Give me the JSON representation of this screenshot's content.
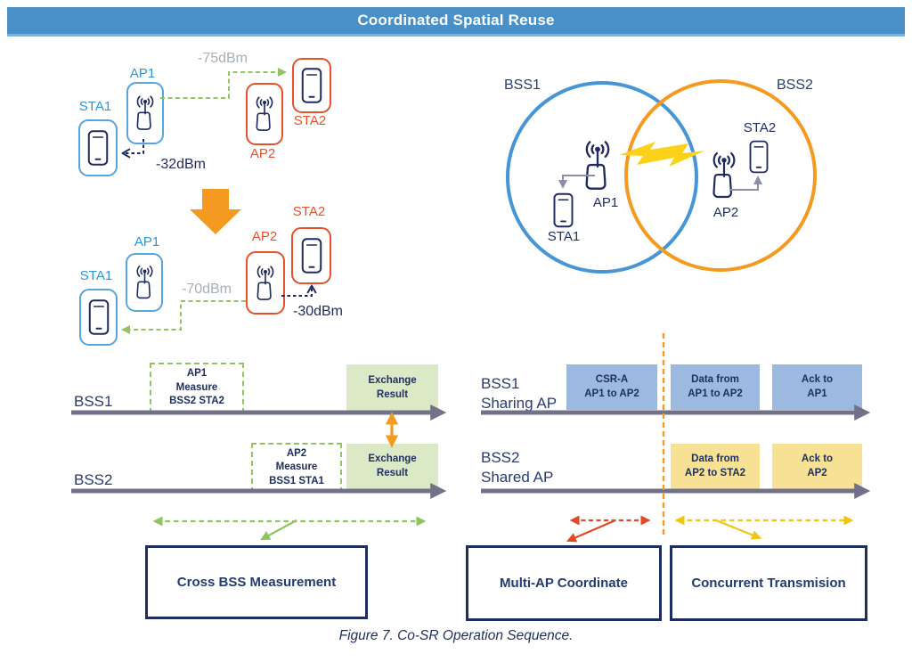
{
  "banner": {
    "title": "Coordinated Spatial Reuse"
  },
  "colors": {
    "banner_blue": "#4A90C8",
    "navy": "#1F3060",
    "device_blue": "#58A5DD",
    "device_orange": "#E8502B",
    "orange": "#F49A21",
    "green": "#8FC45F",
    "green_fill": "#DCE9C7",
    "blue_fill": "#9CBAE0",
    "yellow_fill": "#F7E195",
    "timeline_gray": "#71718A",
    "rssi_gray": "#A6B0B7",
    "red": "#E04828",
    "yellow": "#F0C514",
    "bolt_yellow": "#FCD119"
  },
  "scenario_before": {
    "ap1": "AP1",
    "sta1": "STA1",
    "ap2": "AP2",
    "sta2": "STA2",
    "rssi_ap1_sta2": "-75dBm",
    "rssi_ap1_sta1": "-32dBm"
  },
  "scenario_after": {
    "ap1": "AP1",
    "sta1": "STA1",
    "ap2": "AP2",
    "sta2": "STA2",
    "rssi_ap2_sta1": "-70dBm",
    "rssi_ap2_sta2": "-30dBm"
  },
  "bss_overlap": {
    "bss1": "BSS1",
    "bss2": "BSS2",
    "ap1": "AP1",
    "sta1": "STA1",
    "ap2": "AP2",
    "sta2": "STA2"
  },
  "measurement": {
    "row1": "BSS1",
    "row2": "BSS2",
    "measure1": "AP1\nMeasure\nBSS2 STA2",
    "exchange1": "Exchange\nResult",
    "measure2": "AP2\nMeasure\nBSS1 STA1",
    "exchange2": "Exchange\nResult",
    "phase": "Cross BSS Measurement"
  },
  "coordination": {
    "row1": "BSS1\nSharing AP",
    "row2": "BSS2\nShared AP",
    "csr": "CSR-A\nAP1 to AP2",
    "data1": "Data from\nAP1 to AP2",
    "ack1": "Ack to\nAP1",
    "data2": "Data from\nAP2 to STA2",
    "ack2": "Ack to\nAP2",
    "phase_coordinate": "Multi-AP Coordinate",
    "phase_transmission": "Concurrent Transmision"
  },
  "figure_caption": "Figure 7. Co-SR Operation Sequence."
}
